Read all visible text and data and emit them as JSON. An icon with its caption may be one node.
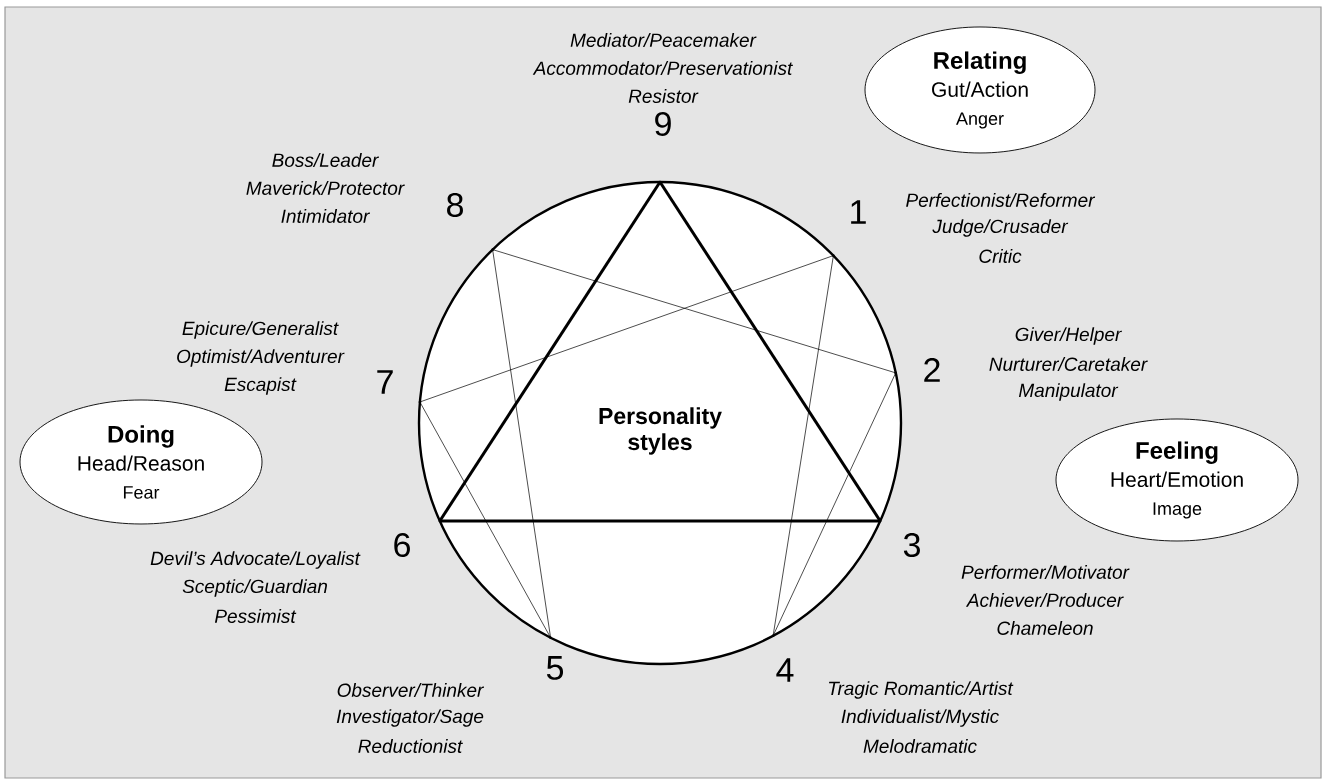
{
  "diagram": {
    "nodes": [
      {
        "text": [
          "9"
        ],
        "beside": [
          "Mediator/Peacemaker",
          "Accommodator/Preservationist",
          "Resistor"
        ]
      },
      {
        "text": [
          "Relating",
          "Gut/Action",
          "Anger"
        ]
      },
      {
        "text": [
          "8"
        ],
        "beside": [
          "Boss/Leader",
          "Maverick/Protector",
          "Intimidator"
        ]
      },
      {
        "text": [
          "1"
        ],
        "beside": [
          "Perfectionist/Reformer",
          "Judge/Crusader",
          "Critic"
        ]
      },
      {
        "text": [
          "7"
        ],
        "beside": [
          "Epicure/Generalist",
          "Optimist/Adventurer",
          "Escapist"
        ]
      },
      {
        "text": [
          "2"
        ],
        "beside": [
          "Giver/Helper",
          "Nurturer/Caretaker",
          "Manipulator"
        ]
      },
      {
        "text": [
          "Doing",
          "Head/Reason",
          "Fear"
        ]
      },
      {
        "text": [
          "Feeling",
          "Heart/Emotion",
          "Image"
        ]
      },
      {
        "text": [
          "6"
        ],
        "beside": [
          "Devil’s Advocate/Loyalist",
          "Sceptic/Guardian",
          "Pessimist"
        ]
      },
      {
        "text": [
          "3"
        ],
        "beside": [
          "Performer/Motivator",
          "Achiever/Producer",
          "Chameleon"
        ]
      },
      {
        "text": [
          "5"
        ],
        "beside": [
          "Observer/Thinker",
          "Investigator/Sage",
          "Reductionist"
        ]
      },
      {
        "text": [
          "4"
        ],
        "beside": [
          "Tragic Romantic/Artist",
          "Individualist/Mystic",
          "Melodramatic"
        ]
      }
    ],
    "edges": [
      {
        "from": 0,
        "to": 9,
        "arrow": "none",
        "style": "thick"
      },
      {
        "from": 9,
        "to": 8,
        "arrow": "none",
        "style": "thick"
      },
      {
        "from": 8,
        "to": 0,
        "arrow": "none",
        "style": "thick"
      },
      {
        "from": 3,
        "to": 11,
        "arrow": "none"
      },
      {
        "from": 11,
        "to": 5,
        "arrow": "none"
      },
      {
        "from": 5,
        "to": 2,
        "arrow": "none"
      },
      {
        "from": 2,
        "to": 10,
        "arrow": "none"
      },
      {
        "from": 10,
        "to": 4,
        "arrow": "none"
      },
      {
        "from": 4,
        "to": 3,
        "arrow": "none"
      }
    ],
    "labels": [
      "Personality styles"
    ]
  }
}
